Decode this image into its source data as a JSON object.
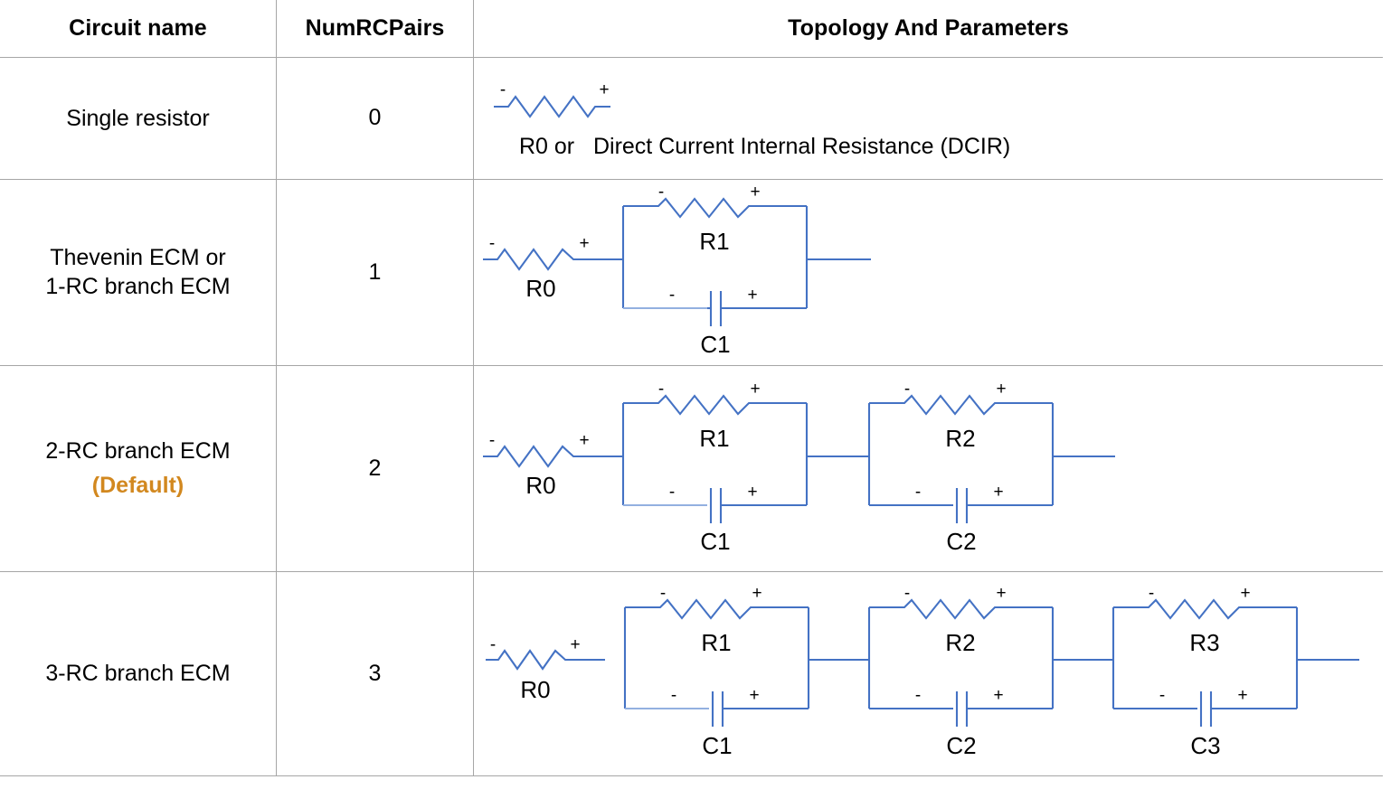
{
  "table": {
    "columns": [
      {
        "key": "circuit_name",
        "label": "Circuit name"
      },
      {
        "key": "num_rc_pairs",
        "label": "NumRCPairs"
      },
      {
        "key": "topology",
        "label": "Topology And Parameters"
      }
    ],
    "rows": [
      {
        "circuit_name": "Single resistor",
        "num_rc_pairs": "0",
        "topology": {
          "kind": "series-resistor-only",
          "series_resistor": {
            "label": "",
            "minus": "-",
            "plus": "+"
          },
          "caption": "R0 or   Direct Current Internal Resistance (DCIR)",
          "rc_blocks": []
        }
      },
      {
        "circuit_name_lines": [
          "Thevenin ECM or",
          "1-RC branch ECM"
        ],
        "circuit_name": "Thevenin ECM or 1-RC branch ECM",
        "num_rc_pairs": "1",
        "topology": {
          "kind": "r0-plus-rc",
          "series_resistor": {
            "label": "R0",
            "minus": "-",
            "plus": "+"
          },
          "caption": "",
          "rc_blocks": [
            {
              "resistor": "R1",
              "capacitor": "C1",
              "r_minus": "-",
              "r_plus": "+",
              "c_minus": "-",
              "c_plus": "+"
            }
          ]
        }
      },
      {
        "circuit_name": "2-RC branch ECM",
        "default_tag": "(Default)",
        "num_rc_pairs": "2",
        "topology": {
          "kind": "r0-plus-rc",
          "series_resistor": {
            "label": "R0",
            "minus": "-",
            "plus": "+"
          },
          "caption": "",
          "rc_blocks": [
            {
              "resistor": "R1",
              "capacitor": "C1",
              "r_minus": "-",
              "r_plus": "+",
              "c_minus": "-",
              "c_plus": "+"
            },
            {
              "resistor": "R2",
              "capacitor": "C2",
              "r_minus": "-",
              "r_plus": "+",
              "c_minus": "-",
              "c_plus": "+"
            }
          ]
        }
      },
      {
        "circuit_name": "3-RC branch ECM",
        "num_rc_pairs": "3",
        "topology": {
          "kind": "r0-plus-rc",
          "series_resistor": {
            "label": "R0",
            "minus": "-",
            "plus": "+"
          },
          "caption": "",
          "rc_blocks": [
            {
              "resistor": "R1",
              "capacitor": "C1",
              "r_minus": "-",
              "r_plus": "+",
              "c_minus": "-",
              "c_plus": "+"
            },
            {
              "resistor": "R2",
              "capacitor": "C2",
              "r_minus": "-",
              "r_plus": "+",
              "c_minus": "-",
              "c_plus": "+"
            },
            {
              "resistor": "R3",
              "capacitor": "C3",
              "r_minus": "-",
              "r_plus": "+",
              "c_minus": "-",
              "c_plus": "+"
            }
          ]
        }
      }
    ]
  },
  "colors": {
    "wire_blue": "#4472c4",
    "wire_blue_soft": "#93b0e0",
    "grid_gray": "#a6a6a6",
    "default_orange": "#d2881f",
    "text_black": "#000000",
    "background": "#ffffff"
  }
}
